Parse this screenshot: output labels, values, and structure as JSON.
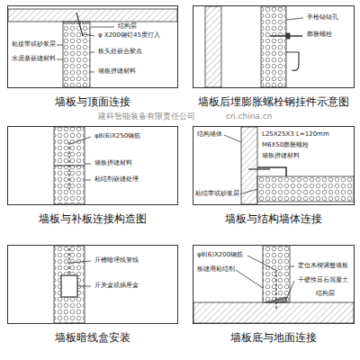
{
  "diagram": {
    "nodes": [
      {
        "text": [
          "墙板与顶面连接"
        ]
      },
      {
        "text": [
          "墙板后埋膨胀螺栓钢挂件示意图"
        ]
      },
      {
        "text": [
          "墙板与补板连接构造图"
        ]
      },
      {
        "text": [
          "墙板与结构墙体连接"
        ]
      },
      {
        "text": [
          "墙板暗线盒安装"
        ]
      },
      {
        "text": [
          "墙板底与地面连接"
        ]
      }
    ],
    "labels": [
      "结构层",
      "φ X200钢钉45度打入",
      "粘接带或砂浆层",
      "水泥基嵌缝材料",
      "板头处嵌合胶点",
      "墙板拼缝材料",
      "手枪钻钻孔",
      "膨胀螺栓",
      "φ8(6)X250钢筋",
      "墙板拼缝材料",
      "粘结剂嵌缝处理",
      "结构墙体",
      "L25X25X3 L=120mm",
      "M6X50膨胀螺栓",
      "墙板拼缝材料",
      "粘结带或砂浆层",
      "开槽暗埋线管线",
      "开关盒或插座盒",
      "φ8(6)X200钢筋",
      "板缝用粘结剂",
      "定位木楔调整墙板",
      "干硬性豆石混凝土",
      "结构层",
      "建科智能装备有限责任公司",
      "cn.china.cn"
    ]
  }
}
